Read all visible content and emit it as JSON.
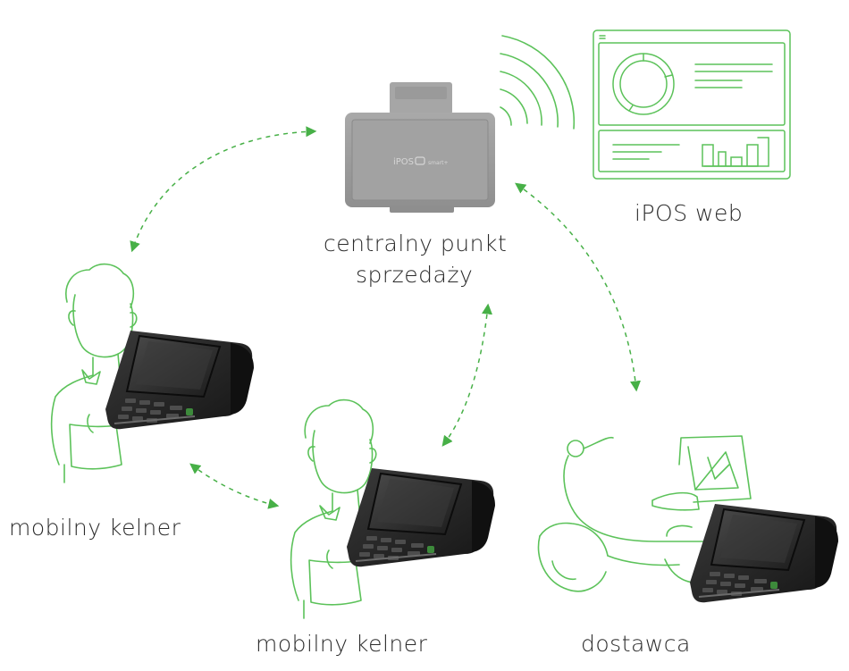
{
  "labels": {
    "pos": [
      "centralny punkt",
      "sprzedaży"
    ],
    "web": "iPOS web",
    "waiter_left": "mobilny kelner",
    "waiter_center": "mobilny kelner",
    "courier": "dostawca"
  },
  "screen_brand": "iPOS",
  "screen_brand_sub": "smart+",
  "colors": {
    "accent": "#5cc25a",
    "arrow": "#47b047",
    "pos_body": "#9c9c9c",
    "terminal_body": "#2a2a2a",
    "text": "#2b2b2b"
  }
}
